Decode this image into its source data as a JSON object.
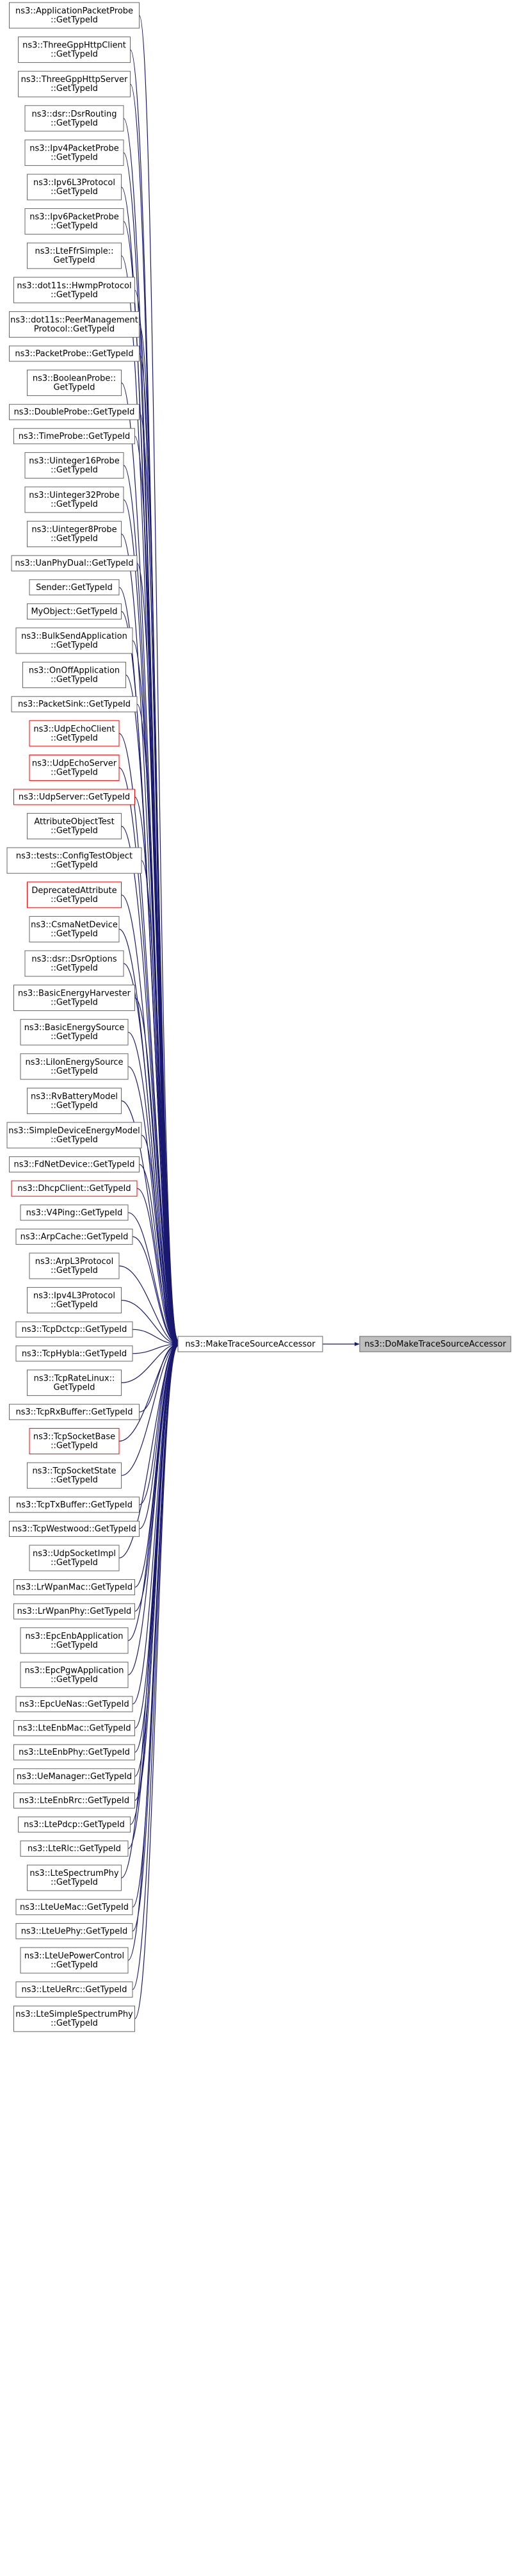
{
  "graph": {
    "target": {
      "label": "ns3::DoMakeTraceSourceAccessor",
      "lines": [
        "ns3::DoMakeTraceSourceAccessor"
      ]
    },
    "hub": {
      "label": "ns3::MakeTraceSourceAccessor",
      "lines": [
        "ns3::MakeTraceSourceAccessor"
      ]
    },
    "callers": [
      {
        "lines": [
          "ns3::ApplicationPacketProbe",
          "::GetTypeId"
        ],
        "style": "normal"
      },
      {
        "lines": [
          "ns3::ThreeGppHttpClient",
          "::GetTypeId"
        ],
        "style": "normal"
      },
      {
        "lines": [
          "ns3::ThreeGppHttpServer",
          "::GetTypeId"
        ],
        "style": "normal"
      },
      {
        "lines": [
          "ns3::dsr::DsrRouting",
          "::GetTypeId"
        ],
        "style": "normal"
      },
      {
        "lines": [
          "ns3::Ipv4PacketProbe",
          "::GetTypeId"
        ],
        "style": "normal"
      },
      {
        "lines": [
          "ns3::Ipv6L3Protocol",
          "::GetTypeId"
        ],
        "style": "normal"
      },
      {
        "lines": [
          "ns3::Ipv6PacketProbe",
          "::GetTypeId"
        ],
        "style": "normal"
      },
      {
        "lines": [
          "ns3::LteFfrSimple::",
          "GetTypeId"
        ],
        "style": "normal"
      },
      {
        "lines": [
          "ns3::dot11s::HwmpProtocol",
          "::GetTypeId"
        ],
        "style": "normal"
      },
      {
        "lines": [
          "ns3::dot11s::PeerManagement",
          "Protocol::GetTypeId"
        ],
        "style": "normal"
      },
      {
        "lines": [
          "ns3::PacketProbe::GetTypeId"
        ],
        "style": "normal"
      },
      {
        "lines": [
          "ns3::BooleanProbe::",
          "GetTypeId"
        ],
        "style": "normal"
      },
      {
        "lines": [
          "ns3::DoubleProbe::GetTypeId"
        ],
        "style": "normal"
      },
      {
        "lines": [
          "ns3::TimeProbe::GetTypeId"
        ],
        "style": "normal"
      },
      {
        "lines": [
          "ns3::Uinteger16Probe",
          "::GetTypeId"
        ],
        "style": "normal"
      },
      {
        "lines": [
          "ns3::Uinteger32Probe",
          "::GetTypeId"
        ],
        "style": "normal"
      },
      {
        "lines": [
          "ns3::Uinteger8Probe",
          "::GetTypeId"
        ],
        "style": "normal"
      },
      {
        "lines": [
          "ns3::UanPhyDual::GetTypeId"
        ],
        "style": "normal"
      },
      {
        "lines": [
          "Sender::GetTypeId"
        ],
        "style": "normal"
      },
      {
        "lines": [
          "MyObject::GetTypeId"
        ],
        "style": "normal"
      },
      {
        "lines": [
          "ns3::BulkSendApplication",
          "::GetTypeId"
        ],
        "style": "normal"
      },
      {
        "lines": [
          "ns3::OnOffApplication",
          "::GetTypeId"
        ],
        "style": "normal"
      },
      {
        "lines": [
          "ns3::PacketSink::GetTypeId"
        ],
        "style": "normal"
      },
      {
        "lines": [
          "ns3::UdpEchoClient",
          "::GetTypeId"
        ],
        "style": "red"
      },
      {
        "lines": [
          "ns3::UdpEchoServer",
          "::GetTypeId"
        ],
        "style": "red"
      },
      {
        "lines": [
          "ns3::UdpServer::GetTypeId"
        ],
        "style": "red"
      },
      {
        "lines": [
          "AttributeObjectTest",
          "::GetTypeId"
        ],
        "style": "normal"
      },
      {
        "lines": [
          "ns3::tests::ConfigTestObject",
          "::GetTypeId"
        ],
        "style": "normal"
      },
      {
        "lines": [
          "DeprecatedAttribute",
          "::GetTypeId"
        ],
        "style": "red"
      },
      {
        "lines": [
          "ns3::CsmaNetDevice",
          "::GetTypeId"
        ],
        "style": "normal"
      },
      {
        "lines": [
          "ns3::dsr::DsrOptions",
          "::GetTypeId"
        ],
        "style": "normal"
      },
      {
        "lines": [
          "ns3::BasicEnergyHarvester",
          "::GetTypeId"
        ],
        "style": "normal"
      },
      {
        "lines": [
          "ns3::BasicEnergySource",
          "::GetTypeId"
        ],
        "style": "normal"
      },
      {
        "lines": [
          "ns3::LiIonEnergySource",
          "::GetTypeId"
        ],
        "style": "normal"
      },
      {
        "lines": [
          "ns3::RvBatteryModel",
          "::GetTypeId"
        ],
        "style": "normal"
      },
      {
        "lines": [
          "ns3::SimpleDeviceEnergyModel",
          "::GetTypeId"
        ],
        "style": "normal"
      },
      {
        "lines": [
          "ns3::FdNetDevice::GetTypeId"
        ],
        "style": "normal"
      },
      {
        "lines": [
          "ns3::DhcpClient::GetTypeId"
        ],
        "style": "red"
      },
      {
        "lines": [
          "ns3::V4Ping::GetTypeId"
        ],
        "style": "normal"
      },
      {
        "lines": [
          "ns3::ArpCache::GetTypeId"
        ],
        "style": "normal"
      },
      {
        "lines": [
          "ns3::ArpL3Protocol",
          "::GetTypeId"
        ],
        "style": "normal"
      },
      {
        "lines": [
          "ns3::Ipv4L3Protocol",
          "::GetTypeId"
        ],
        "style": "normal"
      },
      {
        "lines": [
          "ns3::TcpDctcp::GetTypeId"
        ],
        "style": "normal"
      },
      {
        "lines": [
          "ns3::TcpHybla::GetTypeId"
        ],
        "style": "normal"
      },
      {
        "lines": [
          "ns3::TcpRateLinux::",
          "GetTypeId"
        ],
        "style": "normal"
      },
      {
        "lines": [
          "ns3::TcpRxBuffer::GetTypeId"
        ],
        "style": "normal"
      },
      {
        "lines": [
          "ns3::TcpSocketBase",
          "::GetTypeId"
        ],
        "style": "red"
      },
      {
        "lines": [
          "ns3::TcpSocketState",
          "::GetTypeId"
        ],
        "style": "normal"
      },
      {
        "lines": [
          "ns3::TcpTxBuffer::GetTypeId"
        ],
        "style": "normal"
      },
      {
        "lines": [
          "ns3::TcpWestwood::GetTypeId"
        ],
        "style": "normal"
      },
      {
        "lines": [
          "ns3::UdpSocketImpl",
          "::GetTypeId"
        ],
        "style": "normal"
      },
      {
        "lines": [
          "ns3::LrWpanMac::GetTypeId"
        ],
        "style": "normal"
      },
      {
        "lines": [
          "ns3::LrWpanPhy::GetTypeId"
        ],
        "style": "normal"
      },
      {
        "lines": [
          "ns3::EpcEnbApplication",
          "::GetTypeId"
        ],
        "style": "normal"
      },
      {
        "lines": [
          "ns3::EpcPgwApplication",
          "::GetTypeId"
        ],
        "style": "normal"
      },
      {
        "lines": [
          "ns3::EpcUeNas::GetTypeId"
        ],
        "style": "normal"
      },
      {
        "lines": [
          "ns3::LteEnbMac::GetTypeId"
        ],
        "style": "normal"
      },
      {
        "lines": [
          "ns3::LteEnbPhy::GetTypeId"
        ],
        "style": "normal"
      },
      {
        "lines": [
          "ns3::UeManager::GetTypeId"
        ],
        "style": "normal"
      },
      {
        "lines": [
          "ns3::LteEnbRrc::GetTypeId"
        ],
        "style": "normal"
      },
      {
        "lines": [
          "ns3::LtePdcp::GetTypeId"
        ],
        "style": "normal"
      },
      {
        "lines": [
          "ns3::LteRlc::GetTypeId"
        ],
        "style": "normal"
      },
      {
        "lines": [
          "ns3::LteSpectrumPhy",
          "::GetTypeId"
        ],
        "style": "normal"
      },
      {
        "lines": [
          "ns3::LteUeMac::GetTypeId"
        ],
        "style": "normal"
      },
      {
        "lines": [
          "ns3::LteUePhy::GetTypeId"
        ],
        "style": "normal"
      },
      {
        "lines": [
          "ns3::LteUePowerControl",
          "::GetTypeId"
        ],
        "style": "normal"
      },
      {
        "lines": [
          "ns3::LteUeRrc::GetTypeId"
        ],
        "style": "normal"
      },
      {
        "lines": [
          "ns3::LteSimpleSpectrumPhy",
          "::GetTypeId"
        ],
        "style": "normal"
      }
    ],
    "colors": {
      "edge": "#191970",
      "node_border": "#666666",
      "node_border_red": "#ff0000",
      "target_fill": "#bfbfbf",
      "node_fill": "#ffffff"
    }
  }
}
